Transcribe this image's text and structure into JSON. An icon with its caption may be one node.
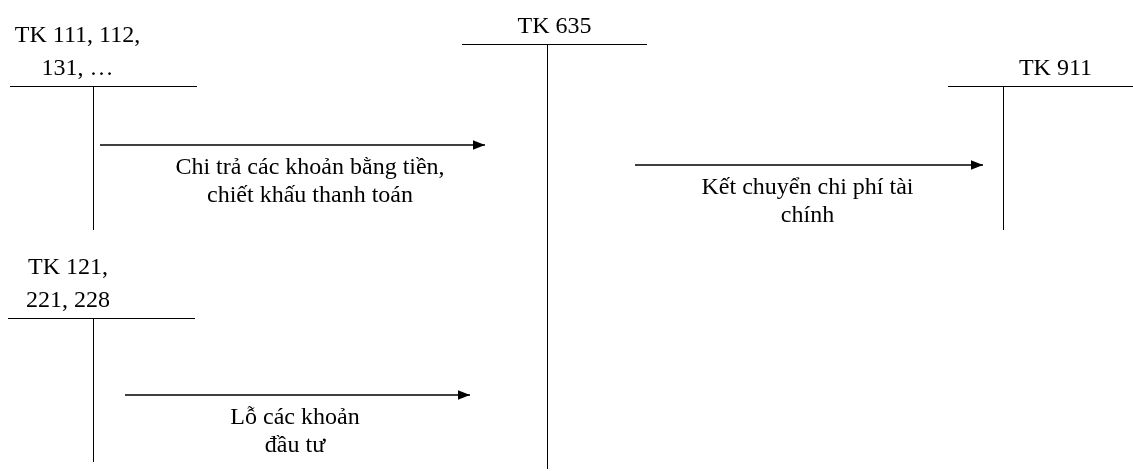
{
  "diagram": {
    "nodes": [
      {
        "text": [
          "TK 111, 112, 131, …"
        ]
      },
      {
        "text": [
          "TK 635"
        ]
      },
      {
        "text": [
          "TK 911"
        ]
      },
      {
        "text": [
          "TK 121, 221, 228"
        ]
      }
    ],
    "edges": [
      {
        "from": 0,
        "to": 1,
        "arrow": "to",
        "label": "Chi trả các khoản bằng tiền, chiết khấu thanh toán"
      },
      {
        "from": 1,
        "to": 2,
        "arrow": "to",
        "label": "Kết chuyển chi phí tài chính"
      },
      {
        "from": 3,
        "to": 1,
        "arrow": "to",
        "label": "Lỗ các khoản đầu tư"
      }
    ]
  }
}
